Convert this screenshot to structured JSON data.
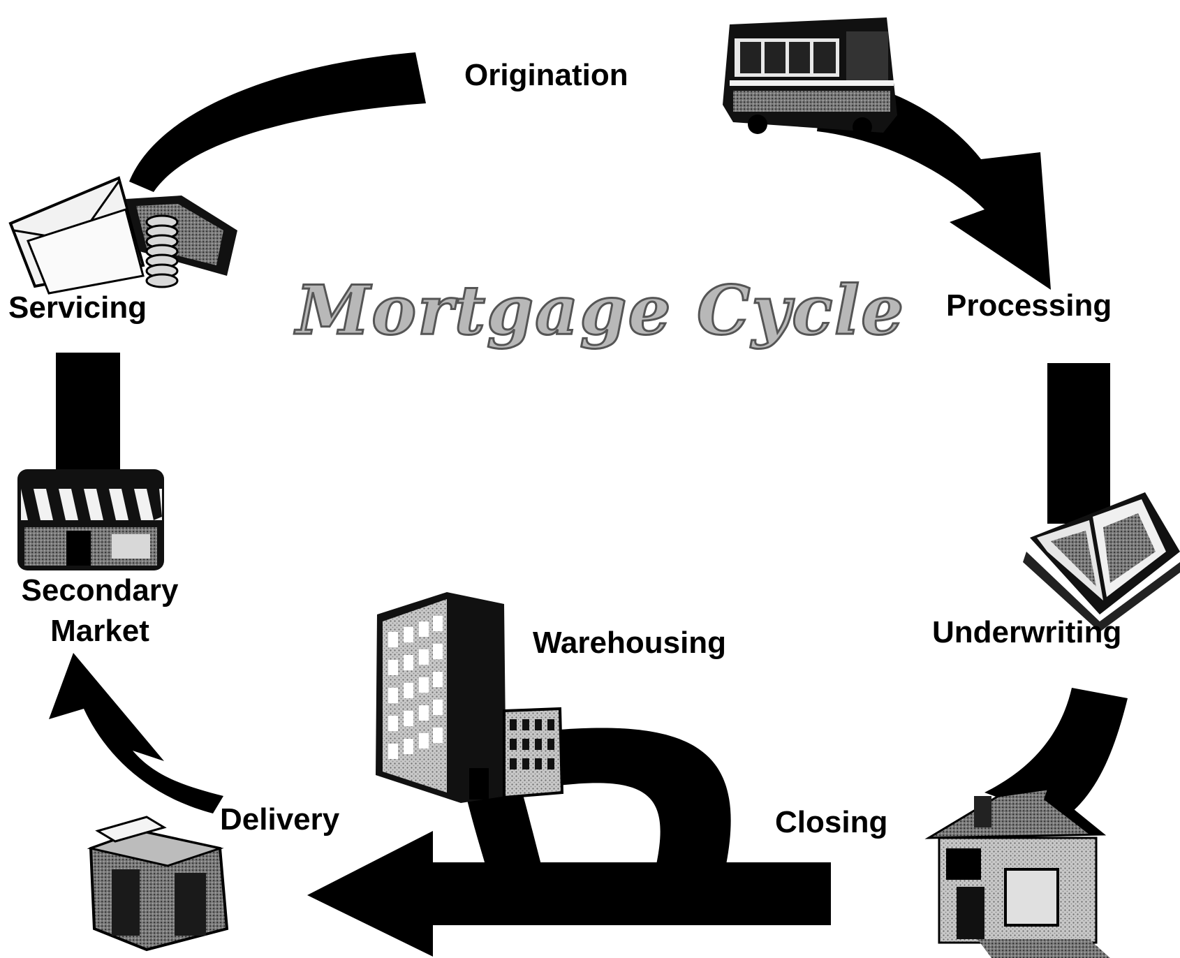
{
  "title": "Mortgage Cycle",
  "stages": {
    "origination": "Origination",
    "processing": "Processing",
    "underwriting": "Underwriting",
    "closing": "Closing",
    "warehousing": "Warehousing",
    "delivery": "Delivery",
    "secondary_market_line1": "Secondary",
    "secondary_market_line2": "Market",
    "servicing": "Servicing"
  },
  "icons": {
    "origination": "bus-icon",
    "underwriting": "open-book-icon",
    "closing": "house-icon",
    "warehousing": "office-building-icon",
    "delivery": "package-box-icon",
    "secondary_market": "storefront-icon",
    "servicing": "envelopes-and-cash-icon"
  },
  "colors": {
    "arrow": "#000000",
    "title_fill": "#b8b8b8",
    "title_stroke": "#555555"
  }
}
